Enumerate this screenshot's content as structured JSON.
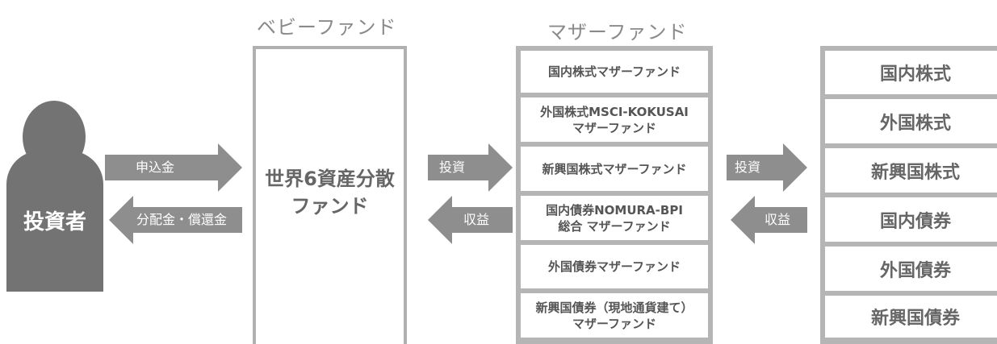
{
  "headers": {
    "baby_fund": "ベビーファンド",
    "mother_fund": "マザーファンド"
  },
  "investor": {
    "label": "投資者"
  },
  "flows": {
    "subscription": "申込金",
    "distribution": "分配金・償還金",
    "invest_1": "投資",
    "return_1": "収益",
    "invest_2": "投資",
    "return_2": "収益"
  },
  "baby_fund": {
    "name_line1": "世界6資産分散",
    "name_line2": "ファンド"
  },
  "mother_funds": [
    {
      "line1": "国内株式マザーファンド",
      "line2": ""
    },
    {
      "line1": "外国株式MSCI-KOKUSAI",
      "line2": "マザーファンド"
    },
    {
      "line1": "新興国株式マザーファンド",
      "line2": ""
    },
    {
      "line1": "国内債券NOMURA-BPI",
      "line2": "総合 マザーファンド"
    },
    {
      "line1": "外国債券マザーファンド",
      "line2": ""
    },
    {
      "line1": "新興国債券（現地通貨建て）",
      "line2": "マザーファンド"
    }
  ],
  "assets": [
    "国内株式",
    "外国株式",
    "新興国株式",
    "国内債券",
    "外国債券",
    "新興国債券"
  ],
  "colors": {
    "figure": "#737373",
    "arrow": "#8e8e8e",
    "frame": "#b5b5b5",
    "text": "#666666"
  }
}
